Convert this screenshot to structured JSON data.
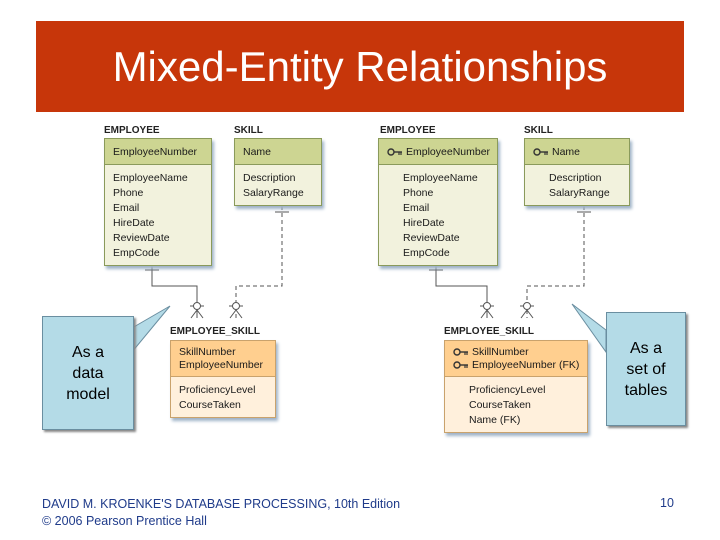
{
  "slide": {
    "title": "Mixed-Entity Relationships",
    "page_number": "10",
    "footer_line1": "DAVID M. KROENKE'S DATABASE PROCESSING, 10th Edition",
    "footer_line2": "© 2006 Pearson Prentice Hall"
  },
  "colors": {
    "title_bar": "#c7360a",
    "entity": "#d6dc9c",
    "assoc_entity": "#ffd9a3",
    "callout": "#b4dbe7"
  },
  "left_model": {
    "employee": {
      "label": "EMPLOYEE",
      "key": [
        "EmployeeNumber"
      ],
      "attrs": [
        "EmployeeName",
        "Phone",
        "Email",
        "HireDate",
        "ReviewDate",
        "EmpCode"
      ]
    },
    "skill": {
      "label": "SKILL",
      "key": [
        "Name"
      ],
      "attrs": [
        "Description",
        "SalaryRange"
      ]
    },
    "employee_skill": {
      "label": "EMPLOYEE_SKILL",
      "key": [
        "SkillNumber",
        "EmployeeNumber"
      ],
      "attrs": [
        "ProficiencyLevel",
        "CourseTaken"
      ]
    }
  },
  "right_model": {
    "employee": {
      "label": "EMPLOYEE",
      "key": [
        "EmployeeNumber"
      ],
      "attrs": [
        "EmployeeName",
        "Phone",
        "Email",
        "HireDate",
        "ReviewDate",
        "EmpCode"
      ]
    },
    "skill": {
      "label": "SKILL",
      "key": [
        "Name"
      ],
      "attrs": [
        "Description",
        "SalaryRange"
      ]
    },
    "employee_skill": {
      "label": "EMPLOYEE_SKILL",
      "key": [
        "SkillNumber",
        "EmployeeNumber (FK)"
      ],
      "attrs": [
        "ProficiencyLevel",
        "CourseTaken",
        "Name  (FK)"
      ]
    }
  },
  "callouts": {
    "left": [
      "As a",
      "data",
      "model"
    ],
    "right": [
      "As a",
      "set of",
      "tables"
    ]
  }
}
